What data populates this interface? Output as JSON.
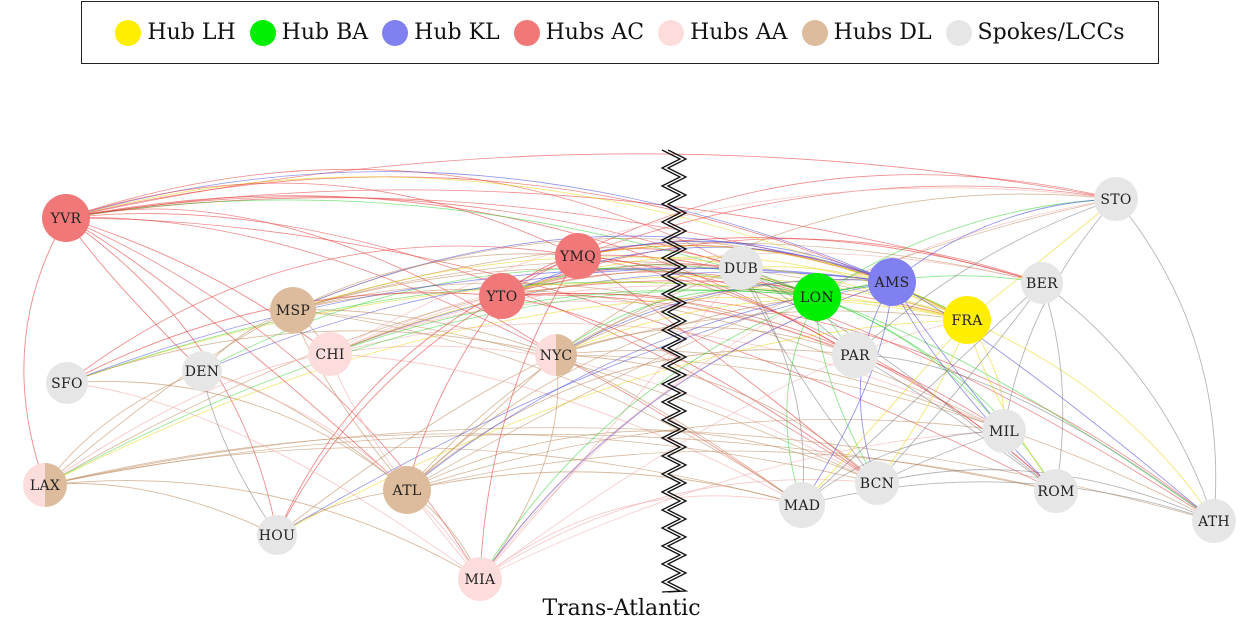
{
  "legend": {
    "items": [
      {
        "label": "Hub LH",
        "color": "#ffee00"
      },
      {
        "label": "Hub BA",
        "color": "#00ee00"
      },
      {
        "label": "Hub KL",
        "color": "#8080f0"
      },
      {
        "label": "Hubs AC",
        "color": "#f07878"
      },
      {
        "label": "Hubs AA",
        "color": "#fddcdc"
      },
      {
        "label": "Hubs DL",
        "color": "#dcbc9c"
      },
      {
        "label": "Spokes/LCCs",
        "color": "#e6e6e6"
      }
    ]
  },
  "footer": {
    "label": "Trans-Atlantic"
  },
  "nodes": [
    {
      "id": "YVR",
      "type": "AC"
    },
    {
      "id": "MSP",
      "type": "DL"
    },
    {
      "id": "YTO",
      "type": "AC"
    },
    {
      "id": "YMQ",
      "type": "AC"
    },
    {
      "id": "CHI",
      "type": "AA"
    },
    {
      "id": "NYC",
      "type": "AA/DL"
    },
    {
      "id": "SFO",
      "type": "spoke"
    },
    {
      "id": "DEN",
      "type": "spoke"
    },
    {
      "id": "LAX",
      "type": "AA/DL"
    },
    {
      "id": "ATL",
      "type": "DL"
    },
    {
      "id": "HOU",
      "type": "spoke"
    },
    {
      "id": "MIA",
      "type": "AA"
    },
    {
      "id": "DUB",
      "type": "spoke"
    },
    {
      "id": "LON",
      "type": "BA"
    },
    {
      "id": "AMS",
      "type": "KL"
    },
    {
      "id": "FRA",
      "type": "LH"
    },
    {
      "id": "STO",
      "type": "spoke"
    },
    {
      "id": "BER",
      "type": "spoke"
    },
    {
      "id": "PAR",
      "type": "spoke"
    },
    {
      "id": "MIL",
      "type": "spoke"
    },
    {
      "id": "BCN",
      "type": "spoke"
    },
    {
      "id": "MAD",
      "type": "spoke"
    },
    {
      "id": "ROM",
      "type": "spoke"
    },
    {
      "id": "ATH",
      "type": "spoke"
    }
  ]
}
